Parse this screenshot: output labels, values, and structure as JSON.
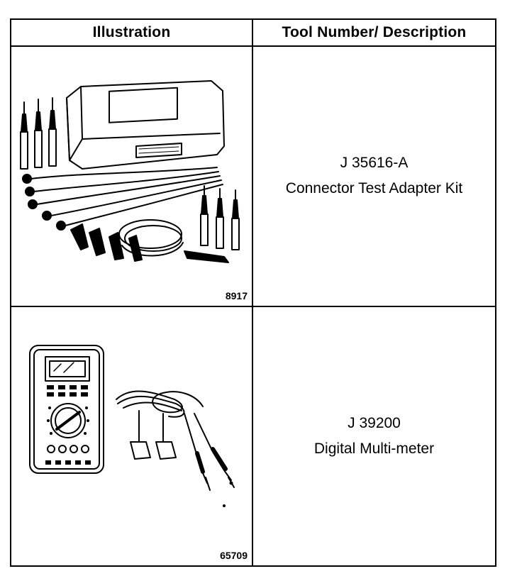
{
  "table": {
    "headers": [
      "Illustration",
      "Tool Number/ Description"
    ],
    "rows": [
      {
        "figure_number": "8917",
        "tool_number": "J 35616-A",
        "description": "Connector Test Adapter Kit",
        "illustration_icon": "connector-test-adapter-kit-icon"
      },
      {
        "figure_number": "65709",
        "tool_number": "J 39200",
        "description": "Digital Multi-meter",
        "illustration_icon": "digital-multimeter-icon"
      }
    ]
  },
  "colors": {
    "ink": "#000000",
    "paper": "#ffffff"
  }
}
